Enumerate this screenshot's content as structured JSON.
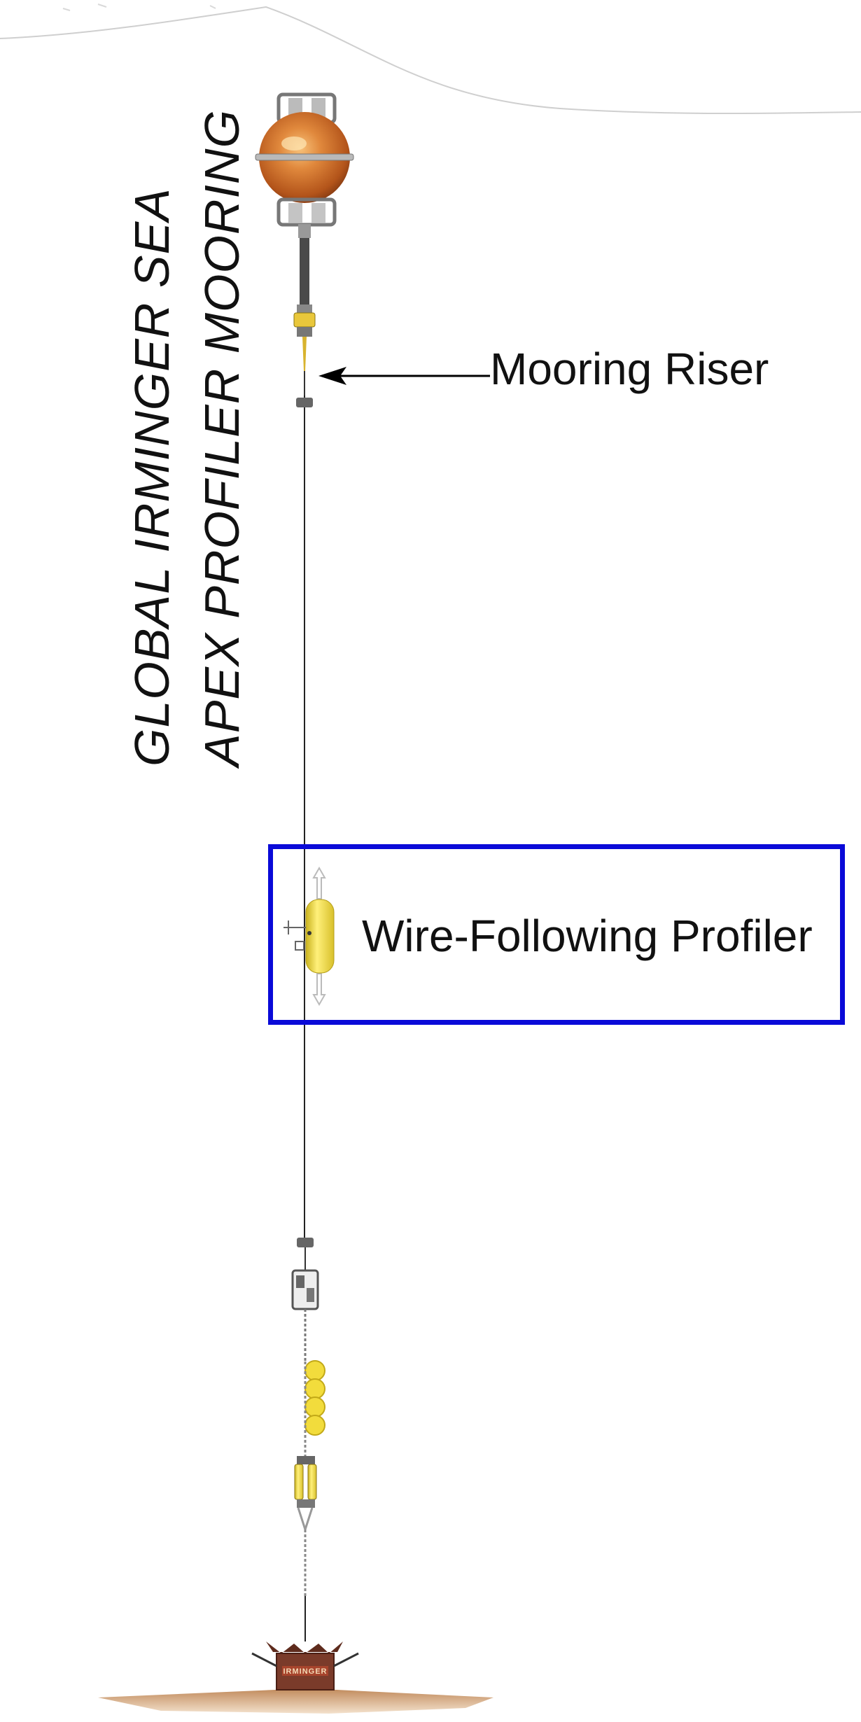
{
  "title": {
    "line1": "GLOBAL IRMINGER SEA",
    "line2": "APEX PROFILER MOORING"
  },
  "labels": {
    "mooring_riser": "Mooring Riser",
    "wire_following_profiler": "Wire-Following Profiler"
  },
  "anchor": {
    "name_plate": "IRMINGER"
  },
  "colors": {
    "highlight_box": "#0a0ad8",
    "buoy": "#c8631c",
    "float_yellow": "#f2dc3c",
    "anchor_brown": "#7a3b2a",
    "seafloor": "#c9986b"
  }
}
